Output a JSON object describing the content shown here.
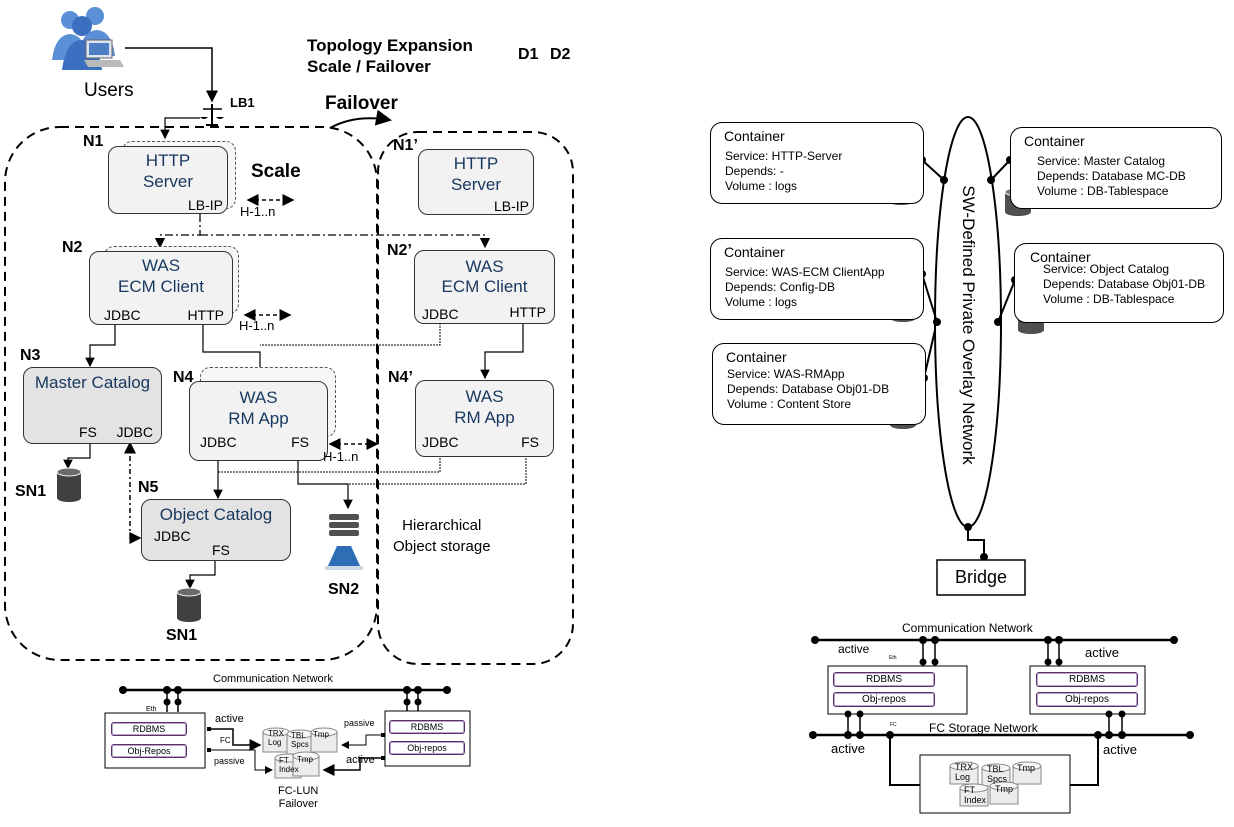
{
  "left": {
    "title_line1": "Topology Expansion",
    "title_line2": "Scale / Failover",
    "d1": "D1",
    "d2": "D2",
    "users": "Users",
    "lb1": "LB1",
    "failover": "Failover",
    "scale": "Scale",
    "nodes": {
      "n1": "N1",
      "n1p": "N1’",
      "n2": "N2",
      "n2p": "N2’",
      "n3": "N3",
      "n4": "N4",
      "n4p": "N4’",
      "n5": "N5"
    },
    "http_server": {
      "line1": "HTTP",
      "line2": "Server",
      "port": "LB-IP"
    },
    "was_ecm": {
      "line1": "WAS",
      "line2": "ECM Client",
      "port_jdbc": "JDBC",
      "port_http": "HTTP"
    },
    "master_catalog": {
      "title": "Master Catalog",
      "port_fs": "FS",
      "port_jdbc": "JDBC"
    },
    "was_rm": {
      "line1": "WAS",
      "line2": "RM App",
      "port_jdbc": "JDBC",
      "port_fs": "FS"
    },
    "object_catalog": {
      "title": "Object Catalog",
      "port_jdbc": "JDBC",
      "port_fs": "FS"
    },
    "scale_h1": "H-1..n",
    "sn1": "SN1",
    "sn2": "SN2",
    "hier_line1": "Hierarchical",
    "hier_line2": "Object storage"
  },
  "bottom_left": {
    "network": "Communication Network",
    "eth": "Eth",
    "rdbms": "RDBMS",
    "objrepos_left": "Obj-Repos",
    "objrepos_right": "Obj-repos",
    "active": "active",
    "fc": "FC",
    "passive": "passive",
    "trx": "TRX",
    "log": "Log",
    "tbl": "TBL",
    "spcs": "Spcs",
    "tmp": "Tmp",
    "ft": "FT",
    "index": "Index",
    "fclun1": "FC-LUN",
    "fclun2": "Failover"
  },
  "right": {
    "overlay": "SW-Defined Private Overlay Network",
    "bridge": "Bridge",
    "containers": [
      {
        "title": "Container",
        "service": "Service:   HTTP-Server",
        "depends": "Depends:  -",
        "volume": "Volume : logs"
      },
      {
        "title": "Container",
        "service": "Service:   WAS-ECM ClientApp",
        "depends": "Depends: Config-DB",
        "volume": "Volume : logs"
      },
      {
        "title": "Container",
        "service": "Service:   WAS-RMApp",
        "depends": "Depends: Database Obj01-DB",
        "volume": "Volume : Content Store"
      },
      {
        "title": "Container",
        "service": "Service:   Master Catalog",
        "depends": "Depends: Database MC-DB",
        "volume": "Volume : DB-Tablespace"
      },
      {
        "title": "Container",
        "service": "Service:   Object Catalog",
        "depends": "Depends: Database Obj01-DB",
        "volume": "Volume : DB-Tablespace"
      }
    ]
  },
  "bottom_right": {
    "comm_network": "Communication Network",
    "fc_network": "FC Storage Network",
    "active": "active",
    "eth": "Eth",
    "fc": "FC",
    "rdbms": "RDBMS",
    "objrepos": "Obj-repos",
    "trx": "TRX",
    "log": "Log",
    "tbl": "TBL",
    "spcs": "Spcs",
    "tmp": "Tmp",
    "ft": "FT",
    "index": "Index"
  }
}
